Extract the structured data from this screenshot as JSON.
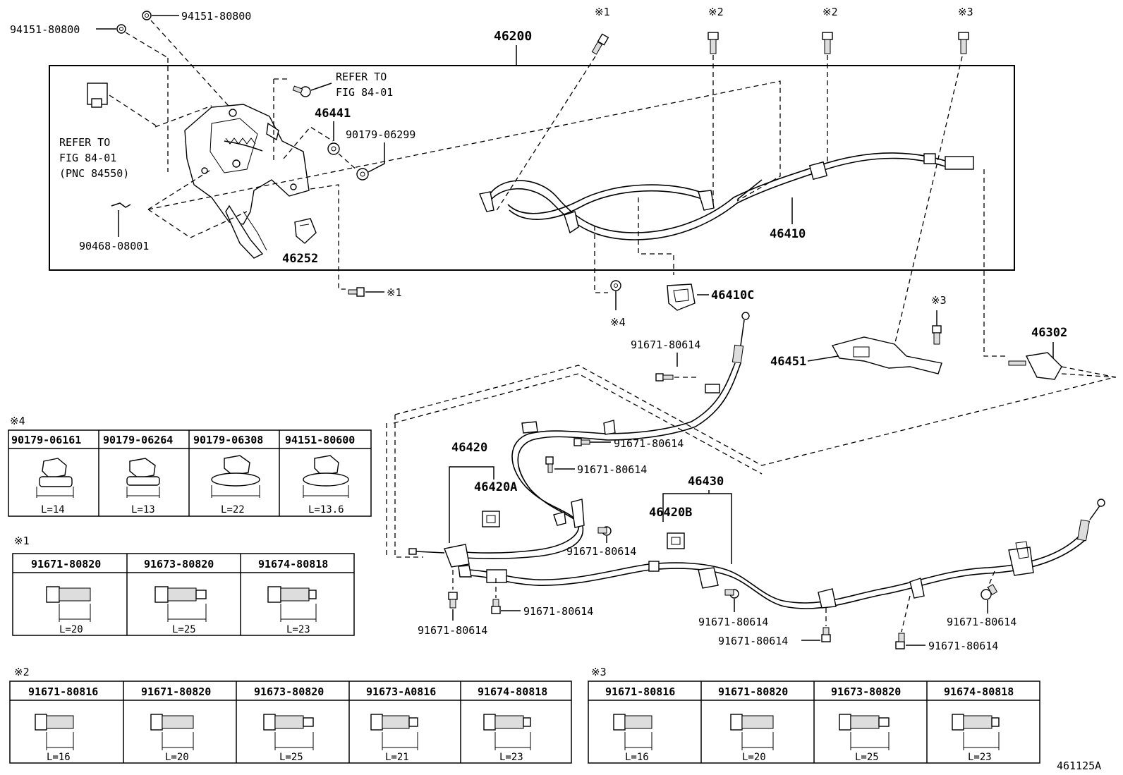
{
  "top_callouts": {
    "label_94151_a": "94151-80800",
    "label_94151_b": "94151-80800",
    "assembly_46200": "46200",
    "mark_1": "※1",
    "mark_2a": "※2",
    "mark_2b": "※2",
    "mark_3": "※3"
  },
  "main_box": {
    "refer_a_line1": "REFER TO",
    "refer_a_line2": "FIG 84-01",
    "refer_b_line1": "REFER TO",
    "refer_b_line2": "FIG 84-01",
    "refer_b_line3": "(PNC 84550)",
    "part_46441": "46441",
    "part_90179_06299": "90179-06299",
    "part_90468_08001": "90468-08001",
    "part_46252": "46252",
    "part_46410": "46410"
  },
  "below_box": {
    "mark_1_bolt": "※1",
    "mark_4": "※4",
    "part_46410C": "46410C",
    "mark_3_bolt": "※3",
    "part_46451": "46451",
    "part_46302": "46302"
  },
  "cables": {
    "bolt_upper": "91671-80614",
    "bolt_mid_right": "91671-80614",
    "bolt_mid_left": "91671-80614",
    "part_46420": "46420",
    "part_46420A": "46420A",
    "part_46430": "46430",
    "part_46420B": "46420B",
    "bolt_lower_mid": "91671-80614",
    "bolt_front": "91671-80614",
    "bolt_front_left": "91671-80614",
    "bolt_center": "91671-80614",
    "bolt_center_low": "91671-80614",
    "bolt_right": "91671-80614",
    "bolt_right_low": "91671-80614"
  },
  "table_x4": {
    "mark": "※4",
    "columns": [
      {
        "part": "90179-06161",
        "length": "L=14"
      },
      {
        "part": "90179-06264",
        "length": "L=13"
      },
      {
        "part": "90179-06308",
        "length": "L=22"
      },
      {
        "part": "94151-80600",
        "length": "L=13.6"
      }
    ]
  },
  "table_x1": {
    "mark": "※1",
    "columns": [
      {
        "part": "91671-80820",
        "length": "L=20"
      },
      {
        "part": "91673-80820",
        "length": "L=25"
      },
      {
        "part": "91674-80818",
        "length": "L=23"
      }
    ]
  },
  "table_x2": {
    "mark": "※2",
    "columns": [
      {
        "part": "91671-80816",
        "length": "L=16"
      },
      {
        "part": "91671-80820",
        "length": "L=20"
      },
      {
        "part": "91673-80820",
        "length": "L=25"
      },
      {
        "part": "91673-A0816",
        "length": "L=21"
      },
      {
        "part": "91674-80818",
        "length": "L=23"
      }
    ]
  },
  "table_x3": {
    "mark": "※3",
    "columns": [
      {
        "part": "91671-80816",
        "length": "L=16"
      },
      {
        "part": "91671-80820",
        "length": "L=20"
      },
      {
        "part": "91673-80820",
        "length": "L=25"
      },
      {
        "part": "91674-80818",
        "length": "L=23"
      }
    ]
  },
  "figure_id": "461125A"
}
